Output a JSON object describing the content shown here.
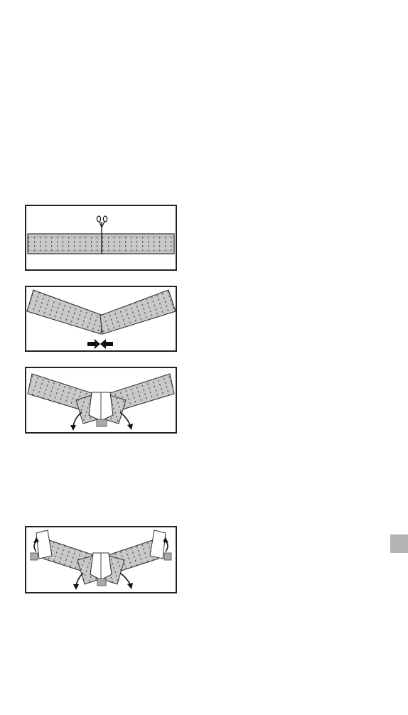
{
  "page": {
    "figures": [
      {
        "id": "step-1",
        "action": "cut-strip",
        "icon": "scissors-icon"
      },
      {
        "id": "step-2",
        "action": "push-together",
        "icon": "arrows-inward-icon"
      },
      {
        "id": "step-3",
        "action": "fold-ends-down",
        "icon": "curved-arrow-icon"
      },
      {
        "id": "step-4",
        "action": "fold-ends-down-and-up",
        "icon": "curved-arrow-icon"
      }
    ],
    "colors": {
      "strip_fill": "#c9c9c9",
      "strip_dots": "#555555",
      "frame": "#222222",
      "side_tab": "#b3b3b3"
    }
  }
}
